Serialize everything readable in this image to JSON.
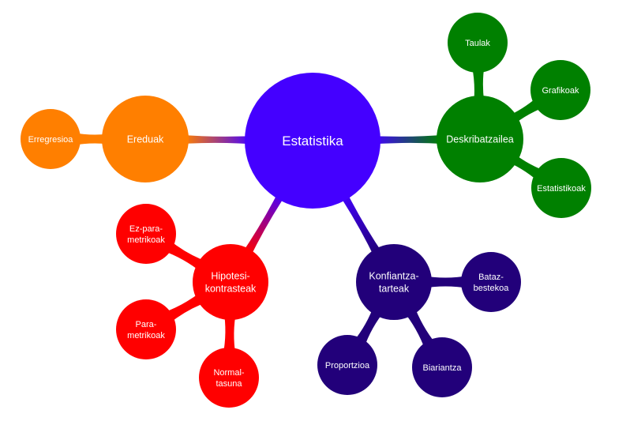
{
  "root": {
    "label": [
      "Estatistika"
    ],
    "color": "#4400ff"
  },
  "branches": [
    {
      "id": "deskribatzailea",
      "label": [
        "Deskribatzailea"
      ],
      "color": "#008000",
      "children": [
        {
          "id": "taulak",
          "label": [
            "Taulak"
          ]
        },
        {
          "id": "grafikoak",
          "label": [
            "Grafikoak"
          ]
        },
        {
          "id": "estatistikoak",
          "label": [
            "Estatistikoak"
          ]
        }
      ]
    },
    {
      "id": "ereduak",
      "label": [
        "Ereduak"
      ],
      "color": "#ff7f00",
      "children": [
        {
          "id": "erregresioa",
          "label": [
            "Erregresioa"
          ]
        }
      ]
    },
    {
      "id": "hipotesi-kontrasteak",
      "label": [
        "Hipotesi-",
        "kontrasteak"
      ],
      "color": "#ff0000",
      "children": [
        {
          "id": "ez-parametrikoak",
          "label": [
            "Ez-para-",
            "metrikoak"
          ]
        },
        {
          "id": "parametrikoak",
          "label": [
            "Para-",
            "metrikoak"
          ]
        },
        {
          "id": "normaltasuna",
          "label": [
            "Normal-",
            "tasuna"
          ]
        }
      ]
    },
    {
      "id": "konfiantza-tarteak",
      "label": [
        "Konfiantza-",
        "tarteak"
      ],
      "color": "#22007a",
      "children": [
        {
          "id": "batazbestekoa",
          "label": [
            "Bataz-",
            "bestekoa"
          ]
        },
        {
          "id": "proportzioa",
          "label": [
            "Proportzioa"
          ]
        },
        {
          "id": "biariantza",
          "label": [
            "Biariantza"
          ]
        }
      ]
    }
  ]
}
